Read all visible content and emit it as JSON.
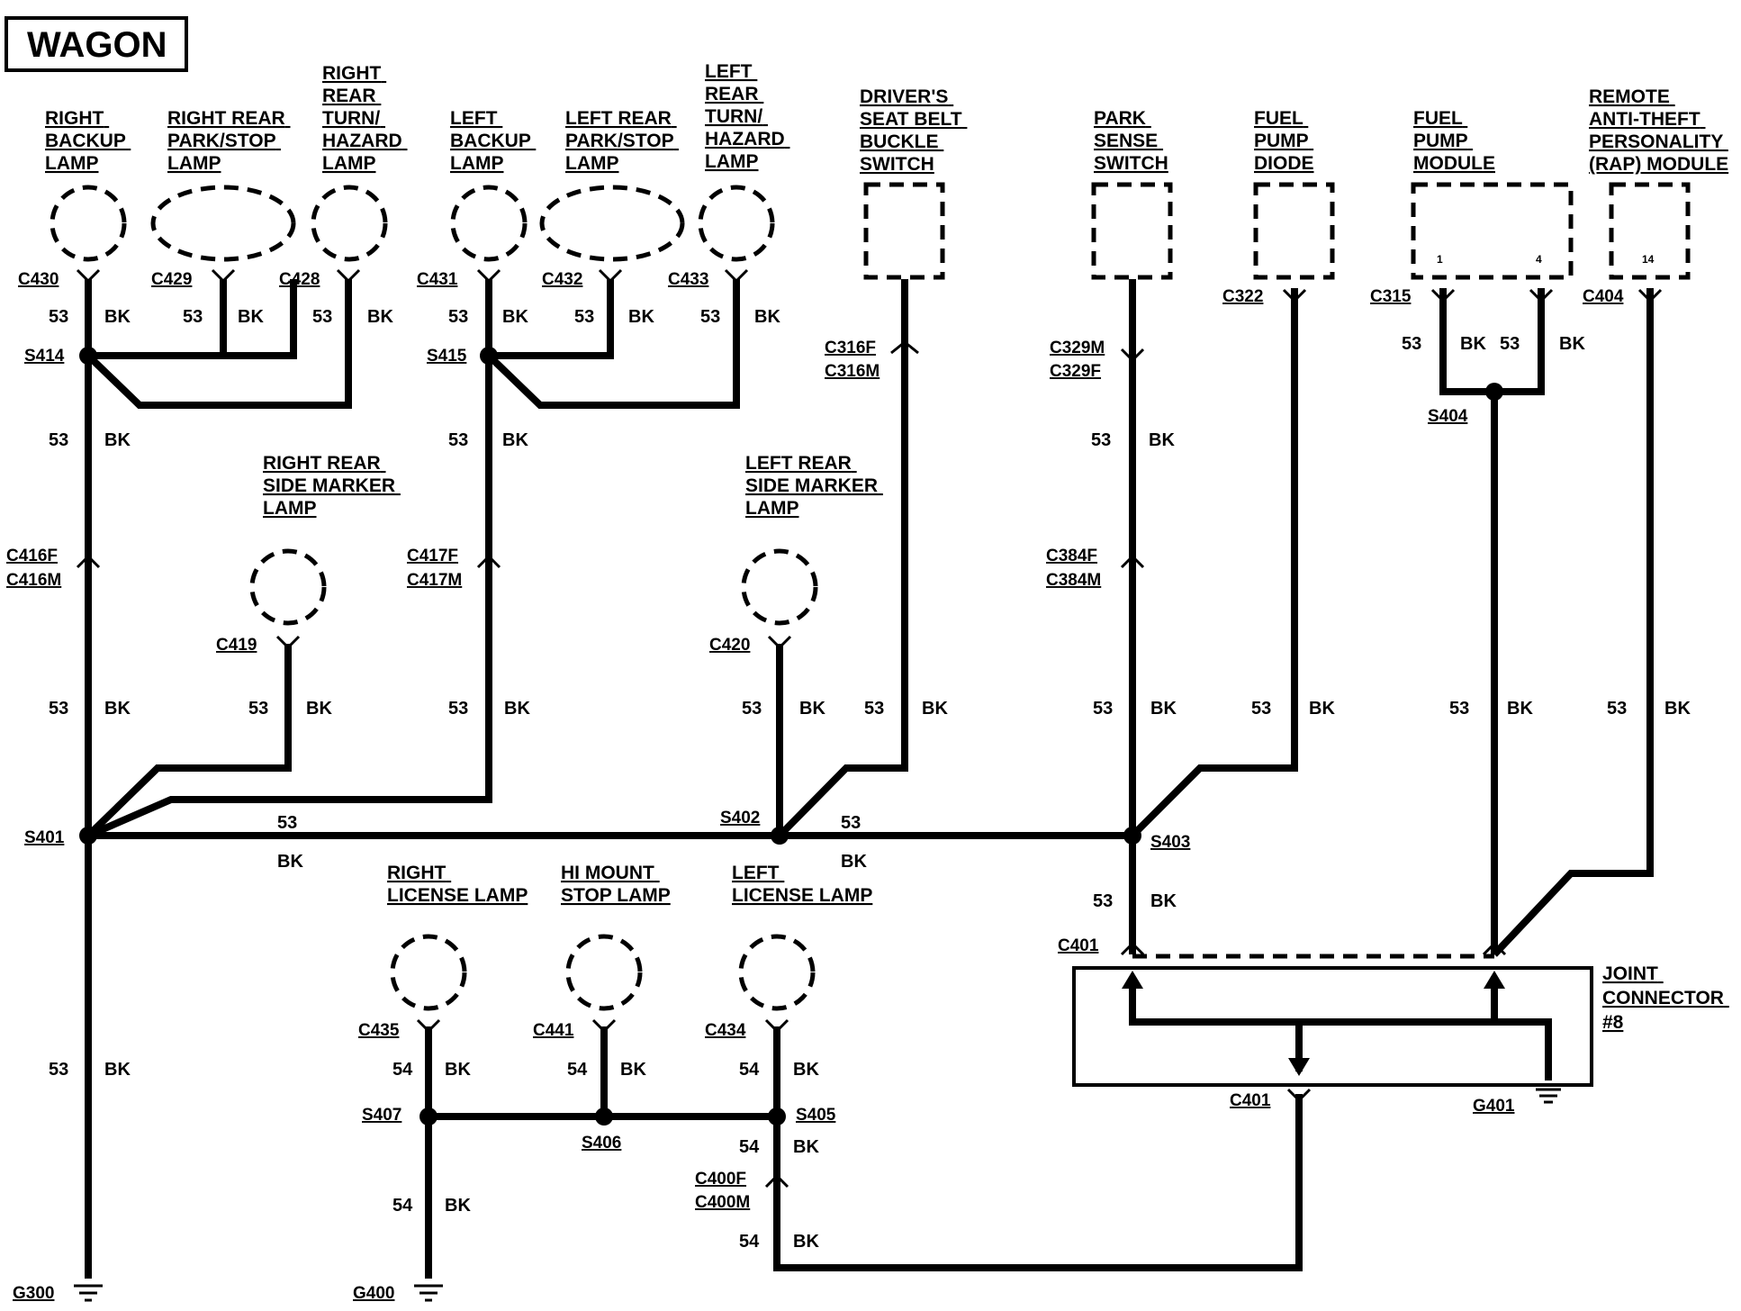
{
  "title": "WAGON",
  "components": {
    "right_backup_lamp": [
      "RIGHT",
      "BACKUP",
      "LAMP"
    ],
    "right_rear_park_stop_lamp": [
      "RIGHT REAR",
      "PARK/STOP",
      "LAMP"
    ],
    "right_rear_turn_hazard_lamp": [
      "RIGHT",
      "REAR",
      "TURN/",
      "HAZARD",
      "LAMP"
    ],
    "left_backup_lamp": [
      "LEFT",
      "BACKUP",
      "LAMP"
    ],
    "left_rear_park_stop_lamp": [
      "LEFT REAR",
      "PARK/STOP",
      "LAMP"
    ],
    "left_rear_turn_hazard_lamp": [
      "LEFT",
      "REAR",
      "TURN/",
      "HAZARD",
      "LAMP"
    ],
    "drivers_seat_belt_buckle_switch": [
      "DRIVER'S",
      "SEAT BELT",
      "BUCKLE",
      "SWITCH"
    ],
    "park_sense_switch": [
      "PARK",
      "SENSE",
      "SWITCH"
    ],
    "fuel_pump_diode": [
      "FUEL",
      "PUMP",
      "DIODE"
    ],
    "fuel_pump_module": [
      "FUEL",
      "PUMP",
      "MODULE"
    ],
    "rap_module": [
      "REMOTE",
      "ANTI-THEFT",
      "PERSONALITY",
      "(RAP) MODULE"
    ],
    "right_rear_side_marker_lamp": [
      "RIGHT REAR",
      "SIDE MARKER",
      "LAMP"
    ],
    "left_rear_side_marker_lamp": [
      "LEFT REAR",
      "SIDE MARKER",
      "LAMP"
    ],
    "right_license_lamp": [
      "RIGHT",
      "LICENSE LAMP"
    ],
    "hi_mount_stop_lamp": [
      "HI MOUNT",
      "STOP LAMP"
    ],
    "left_license_lamp": [
      "LEFT",
      "LICENSE LAMP"
    ],
    "joint_connector": [
      "JOINT",
      "CONNECTOR",
      "#8"
    ]
  },
  "connectors": {
    "c430": "C430",
    "c429": "C429",
    "c428": "C428",
    "c431": "C431",
    "c432": "C432",
    "c433": "C433",
    "c316f": "C316F",
    "c316m": "C316M",
    "c329m": "C329M",
    "c329f": "C329F",
    "c322": "C322",
    "c315": "C315",
    "c404": "C404",
    "c416f": "C416F",
    "c416m": "C416M",
    "c417f": "C417F",
    "c417m": "C417M",
    "c384f": "C384F",
    "c384m": "C384M",
    "c419": "C419",
    "c420": "C420",
    "c401_top": "C401",
    "c401_bottom": "C401",
    "c435": "C435",
    "c441": "C441",
    "c434": "C434",
    "c400f": "C400F",
    "c400m": "C400M"
  },
  "splices": {
    "s414": "S414",
    "s415": "S415",
    "s404": "S404",
    "s401": "S401",
    "s402": "S402",
    "s403": "S403",
    "s407": "S407",
    "s406": "S406",
    "s405": "S405"
  },
  "grounds": {
    "g300": "G300",
    "g400": "G400",
    "g401": "G401"
  },
  "pins": {
    "fpm_pin_a": "1",
    "fpm_pin_b": "4",
    "rap_pin": "14"
  },
  "wire_circuit": {
    "c53": "53",
    "c54": "54",
    "color": "BK"
  }
}
